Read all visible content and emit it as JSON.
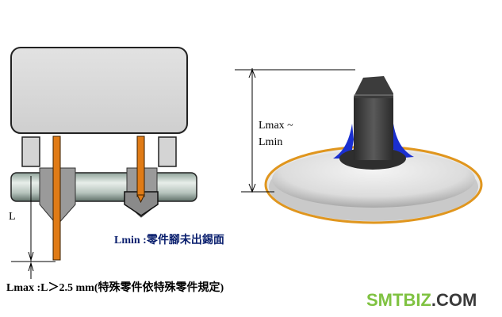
{
  "labels": {
    "L": "L",
    "lmax_lmin_1": "Lmax ~",
    "lmax_lmin_2": "Lmin",
    "lmin_note": "Lmin :零件腳未出錫面",
    "lmax_note": "Lmax :L＞2.5 mm(特殊零件依特殊零件規定)"
  },
  "watermark": {
    "brand": "SMTBIZ",
    "suffix": ".COM"
  },
  "colors": {
    "lead_orange": "#e07b16",
    "solder_blue": "#1a2fd0",
    "note_blue": "#0a1f6e",
    "watermark_green": "#7fc241",
    "watermark_gray": "#3a3a3a"
  }
}
